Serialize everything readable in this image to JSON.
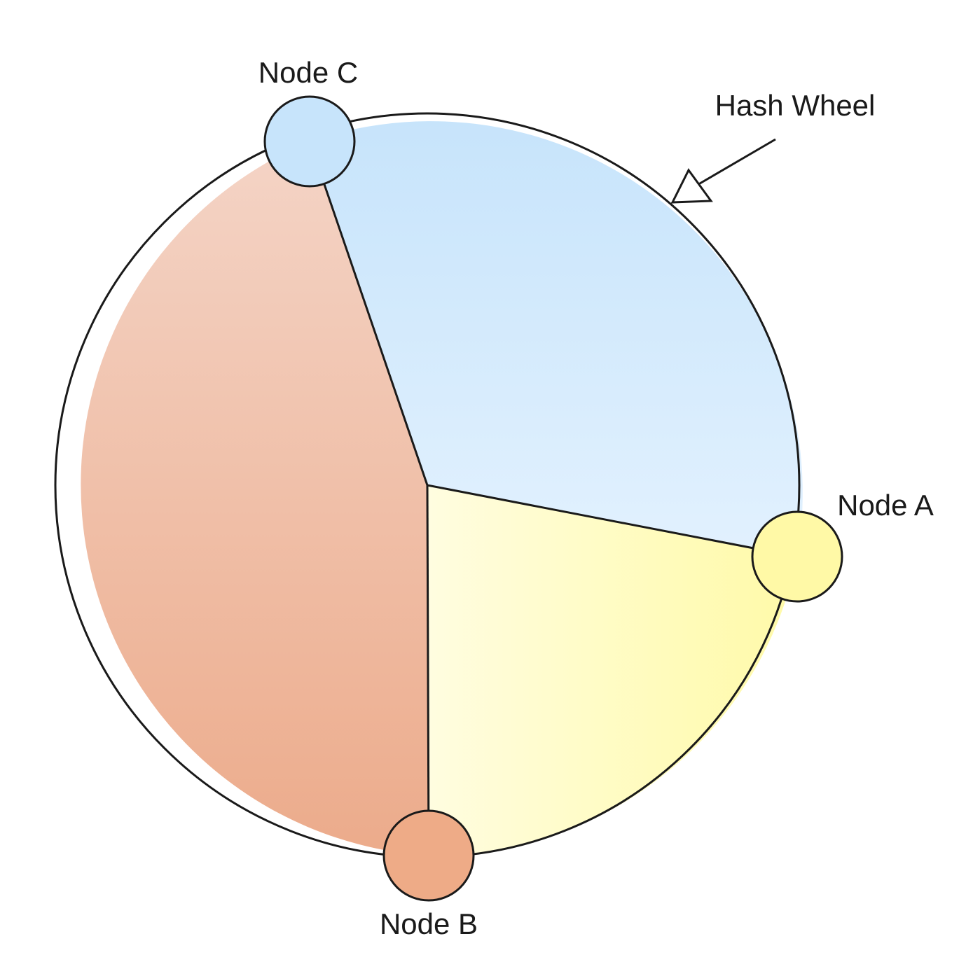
{
  "diagram": {
    "wheel_label": "Hash Wheel",
    "nodes": [
      {
        "id": "a",
        "label": "Node A",
        "color": "#fff9a6"
      },
      {
        "id": "b",
        "label": "Node B",
        "color": "#eeab87"
      },
      {
        "id": "c",
        "label": "Node C",
        "color": "#c7e4fb"
      }
    ],
    "segments": [
      {
        "id": "c-to-a",
        "colors": [
          "#c7e4fb",
          "#e2f1fe"
        ]
      },
      {
        "id": "a-to-b",
        "colors": [
          "#fffde0",
          "#fffaa8"
        ]
      },
      {
        "id": "b-to-c",
        "colors": [
          "#f4d4c6",
          "#ecab8b"
        ]
      }
    ]
  }
}
